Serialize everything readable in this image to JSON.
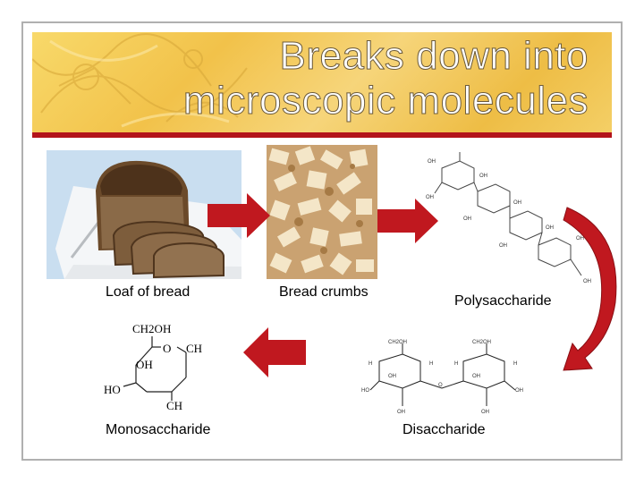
{
  "title": {
    "line1": "Breaks down into",
    "line2": "microscopic molecules"
  },
  "captions": {
    "loaf": "Loaf of bread",
    "crumbs": "Bread crumbs",
    "poly": "Polysaccharide",
    "mono": "Monosaccharide",
    "di": "Disaccharide"
  },
  "mono_structure": {
    "ch2oh": "CH2OH",
    "o": "O",
    "ch_right": "CH",
    "oh": "OH",
    "ho": "HO",
    "ch_bottom": "CH"
  },
  "colors": {
    "accent": "#b3141b",
    "arrow": "#c0181f",
    "band": "#f2c24a"
  },
  "icons": [
    "loaf-of-bread-photo",
    "bread-crumbs-photo",
    "polysaccharide-structure",
    "monosaccharide-structure",
    "disaccharide-structure",
    "right-arrow-icon",
    "curved-arrow-icon",
    "left-arrow-icon"
  ]
}
